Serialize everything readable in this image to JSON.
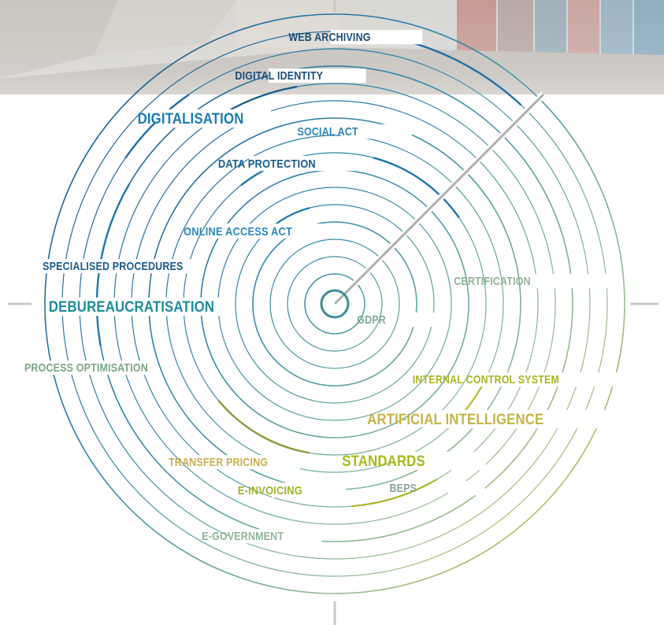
{
  "topics": [
    {
      "label": "WEB ARCHIVING",
      "color": "#1a4f7a"
    },
    {
      "label": "DIGITAL IDENTITY",
      "color": "#1a4f7a"
    },
    {
      "label": "DIGITALISATION",
      "color": "#1b7bb5"
    },
    {
      "label": "SOCIAL ACT",
      "color": "#2d86b8"
    },
    {
      "label": "DATA PROTECTION",
      "color": "#1a5c8c"
    },
    {
      "label": "ONLINE ACCESS ACT",
      "color": "#2a8bb8"
    },
    {
      "label": "SPECIALISED PROCEDURES",
      "color": "#1a5c8c"
    },
    {
      "label": "DEBUREAUCRATISATION",
      "color": "#1d8c9a"
    },
    {
      "label": "PROCESS OPTIMISATION",
      "color": "#7aa882"
    },
    {
      "label": "CERTIFICATION",
      "color": "#8fb59a"
    },
    {
      "label": "GDPR",
      "color": "#7fa898"
    },
    {
      "label": "INTERNAL CONTROL SYSTEM",
      "color": "#a9b51f"
    },
    {
      "label": "ARTIFICIAL INTELLIGENCE",
      "color": "#c4b445"
    },
    {
      "label": "TRANSFER PRICING",
      "color": "#c9b04f"
    },
    {
      "label": "STANDARDS",
      "color": "#a6b91a"
    },
    {
      "label": "E-INVOICING",
      "color": "#9db42c"
    },
    {
      "label": "BEPS",
      "color": "#8aa39a"
    },
    {
      "label": "E-GOVERNMENT",
      "color": "#8fb59a"
    }
  ],
  "colors": {
    "blue_dark": "#1a4f7a",
    "blue": "#1b7bb5",
    "teal": "#3a8f96",
    "green": "#8fb59a",
    "yellow_green": "#b7bd30",
    "axis_gray": "#c8c8c8"
  }
}
